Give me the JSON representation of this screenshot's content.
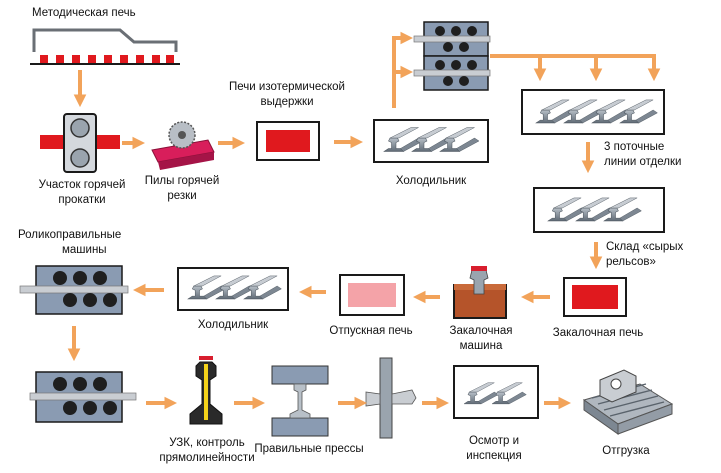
{
  "colors": {
    "arrow": "#f2a35a",
    "box_border": "#1a1a1a",
    "furnace_red": "#e0191e",
    "tempering_pink": "#f4a3a8",
    "machine_blue": "#8a9bb2",
    "rail_gray": "#8c96a0",
    "roller": "#1f1f1f",
    "rod": "#c9cdd2",
    "quench_bath": "#b5542a",
    "ultrasonic_yellow": "#f4d21a"
  },
  "labels": {
    "methodical_furnace": "Методическая печь",
    "hot_rolling_1": "Участок горячей",
    "hot_rolling_2": "прокатки",
    "hot_saws_1": "Пилы горячей",
    "hot_saws_2": "резки",
    "isothermal_1": "Печи изотермической",
    "isothermal_2": "выдержки",
    "cooler_top": "Холодильник",
    "finishing_1": "3 поточные",
    "finishing_2": "линии отделки",
    "raw_store_1": "Склад «сырых",
    "raw_store_2": "рельсов»",
    "quench_furnace": "Закалочная печь",
    "quench_machine_1": "Закалочная",
    "quench_machine_2": "машина",
    "tempering": "Отпускная печь",
    "cooler_mid": "Холодильник",
    "straighteners_1": "Роликоправильные",
    "straighteners_2": "машины",
    "ultrasonic_1": "УЗК, контроль",
    "ultrasonic_2": "прямолинейности",
    "presses": "Правильные прессы",
    "inspection_1": "Осмотр и",
    "inspection_2": "инспекция",
    "shipping": "Отгрузка"
  }
}
